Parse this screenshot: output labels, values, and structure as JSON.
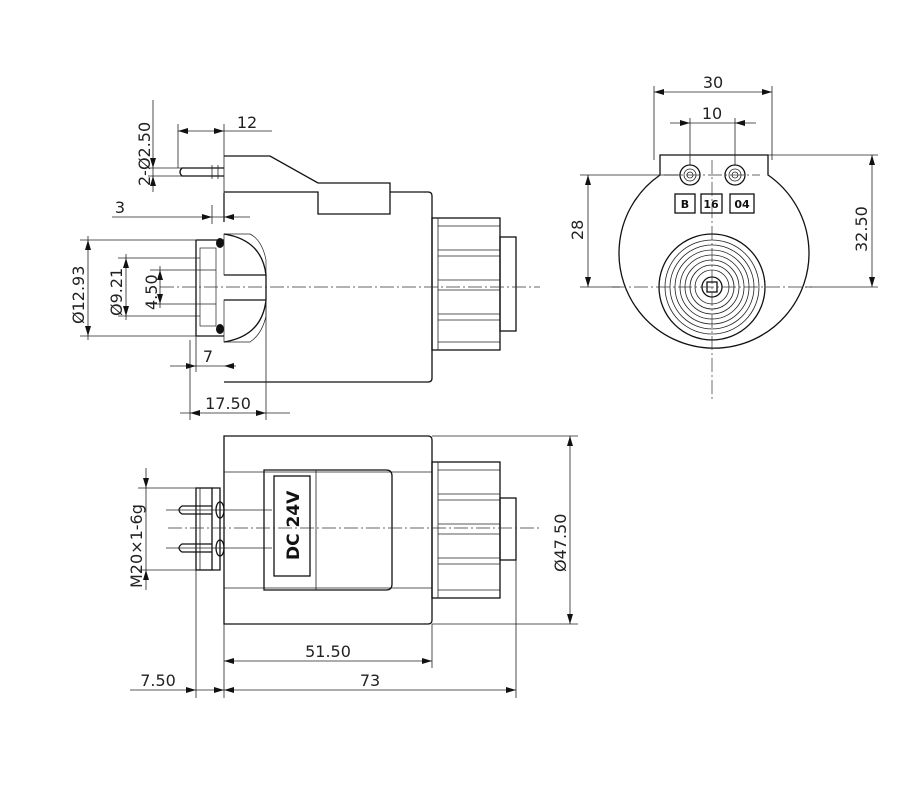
{
  "dimensions": {
    "pin_diameter": "2-Ø2.50",
    "pin_spacing": "12",
    "flange_offset": "3",
    "bore_outer": "Ø12.93",
    "bore_inner": "Ø9.21",
    "bore_center": "4.50",
    "seat_depth": "7",
    "seat_length": "17.50",
    "end_width": "30",
    "terminal_spacing": "10",
    "terminal_height": "28",
    "overall_height": "32.50",
    "thread": "M20×1-6g",
    "coil_diameter": "Ø47.50",
    "coil_length": "51.50",
    "nut_length": "7.50",
    "overall_length": "73"
  },
  "labels": {
    "terminal_b": "B",
    "terminal_16": "16",
    "terminal_04": "04",
    "voltage": "DC 24V"
  }
}
